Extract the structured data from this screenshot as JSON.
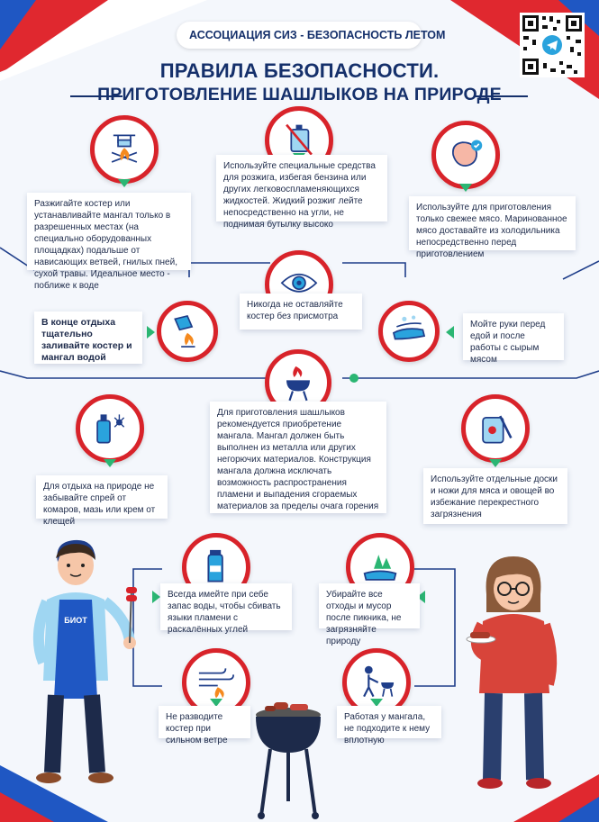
{
  "header": {
    "title": "АССОЦИАЦИЯ СИЗ - БЕЗОПАСНОСТЬ ЛЕТОМ"
  },
  "title": {
    "line1": "ПРАВИЛА БЕЗОПАСНОСТИ.",
    "line2": "ПРИГОТОВЛЕНИЕ ШАШЛЫКОВ НА ПРИРОДЕ"
  },
  "rules": {
    "r1": "Разжигайте костер или устанавливайте мангал только в разрешенных местах (на специально оборудованных площадках) подальше от нависающих ветвей, гнилых пней, сухой травы. Идеальное место - поближе к воде",
    "r2": "Используйте специальные средства для розжига, избегая бензина или других легковоспламеняющихся жидкостей. Жидкий розжиг лейте непосредственно на угли, не поднимая бутылку высоко",
    "r3": "Используйте для приготовления только свежее мясо. Маринованное мясо доставайте из холодильника непосредственно перед приготовлением",
    "r4": "Никогда не оставляйте костер без присмотра",
    "r5": "В конце отдыха тщательно заливайте костер и мангал водой",
    "r6": "Мойте руки перед едой и после работы с сырым мясом",
    "r7": "Для приготовления шашлыков рекомендуется приобретение мангала. Мангал должен быть выполнен из металла или других негорючих материалов. Конструкция мангала должна исключать возможность распространения пламени и выпадения сгораемых материалов за пределы очага горения",
    "r8": "Для отдыха на природе не забывайте спрей от комаров, мазь или крем от клещей",
    "r9": "Используйте отдельные доски и ножи для мяса и овощей во избежание перекрестного загрязнения",
    "r10": "Всегда имейте при себе запас воды, чтобы сбивать языки пламени с раскалённых углей",
    "r11": "Убирайте все отходы и мусор после пикника, не загрязняйте природу",
    "r12": "Не разводите костер при сильном ветре",
    "r13": "Работая у мангала, не подходите к нему вплотную"
  },
  "apron_label": "БИОТ",
  "colors": {
    "navy": "#15306b",
    "red": "#d8232a",
    "green": "#2bb673",
    "blue_line": "#1f3e8a"
  }
}
